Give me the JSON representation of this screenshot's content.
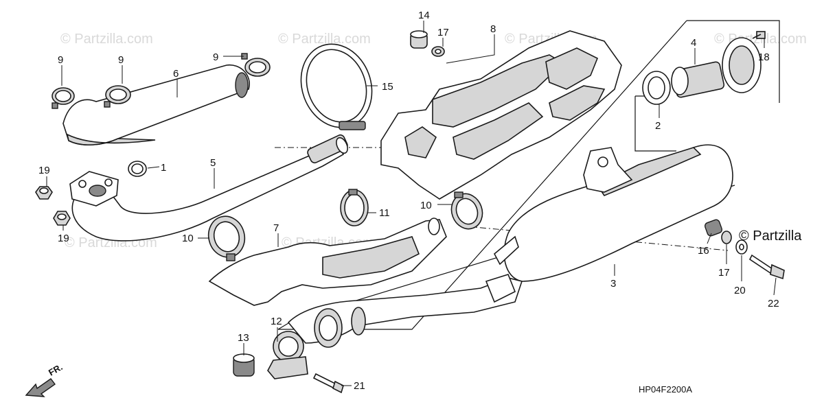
{
  "watermark": "© Partzilla.com",
  "copyright_notice": "© Partzilla",
  "diagram_code": "HP04F2200A",
  "direction_label": "FR.",
  "callouts": {
    "c1": "1",
    "c2": "2",
    "c3": "3",
    "c4": "4",
    "c5": "5",
    "c6": "6",
    "c7": "7",
    "c8": "8",
    "c9a": "9",
    "c9b": "9",
    "c9c": "9",
    "c10a": "10",
    "c10b": "10",
    "c11": "11",
    "c12": "12",
    "c13": "13",
    "c14": "14",
    "c15": "15",
    "c16": "16",
    "c17a": "17",
    "c17b": "17",
    "c18": "18",
    "c19a": "19",
    "c19b": "19",
    "c20": "20",
    "c21": "21",
    "c22": "22"
  }
}
